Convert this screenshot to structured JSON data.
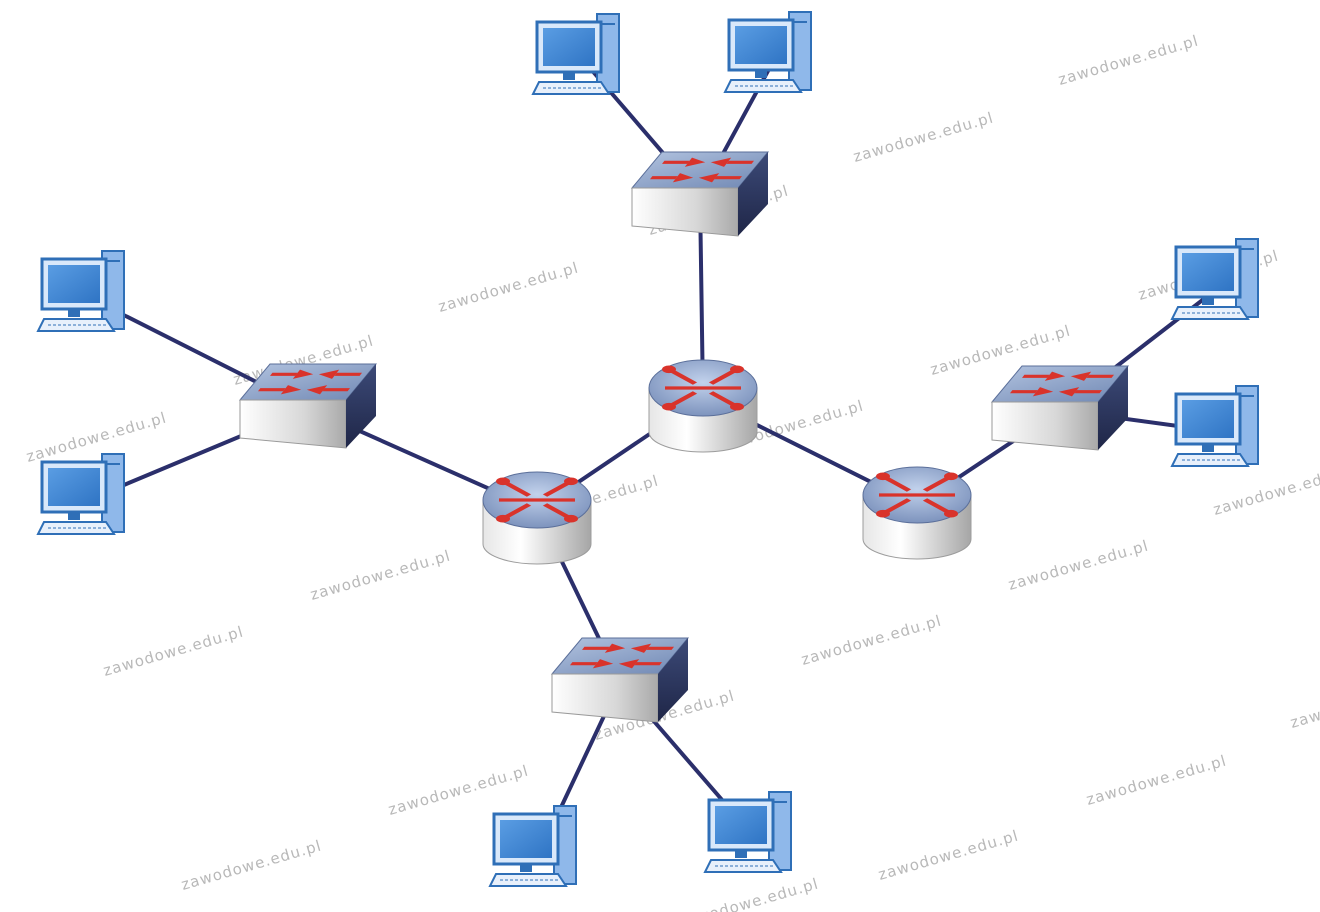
{
  "diagram": {
    "type": "network-topology",
    "colors": {
      "link": "#2b2f6b",
      "pc_screen": "#3f86d3",
      "pc_frame": "#2f6fb7",
      "device_top": "#8fa6c9",
      "arrow": "#d9332b",
      "background": "#ffffff"
    },
    "nodes": [
      {
        "id": "r1",
        "kind": "router"
      },
      {
        "id": "r2",
        "kind": "router"
      },
      {
        "id": "r3",
        "kind": "router"
      },
      {
        "id": "s-top",
        "kind": "switch"
      },
      {
        "id": "s-left",
        "kind": "switch"
      },
      {
        "id": "s-right",
        "kind": "switch"
      },
      {
        "id": "s-bottom",
        "kind": "switch"
      },
      {
        "id": "pc-1",
        "kind": "pc"
      },
      {
        "id": "pc-2",
        "kind": "pc"
      },
      {
        "id": "pc-3",
        "kind": "pc"
      },
      {
        "id": "pc-4",
        "kind": "pc"
      },
      {
        "id": "pc-5",
        "kind": "pc"
      },
      {
        "id": "pc-6",
        "kind": "pc"
      },
      {
        "id": "pc-7",
        "kind": "pc"
      },
      {
        "id": "pc-8",
        "kind": "pc"
      }
    ],
    "links": [
      [
        "pc-1",
        "s-top"
      ],
      [
        "pc-2",
        "s-top"
      ],
      [
        "s-top",
        "r1"
      ],
      [
        "r1",
        "r2"
      ],
      [
        "r1",
        "r3"
      ],
      [
        "pc-3",
        "s-left"
      ],
      [
        "pc-4",
        "s-left"
      ],
      [
        "s-left",
        "r2"
      ],
      [
        "r3",
        "s-right"
      ],
      [
        "pc-5",
        "s-right"
      ],
      [
        "pc-6",
        "s-right"
      ],
      [
        "r2",
        "s-bottom"
      ],
      [
        "s-bottom",
        "pc-7"
      ],
      [
        "s-bottom",
        "pc-8"
      ]
    ]
  },
  "watermark": {
    "text": "zawodowe.edu.pl",
    "color": "#b8b8b8"
  }
}
